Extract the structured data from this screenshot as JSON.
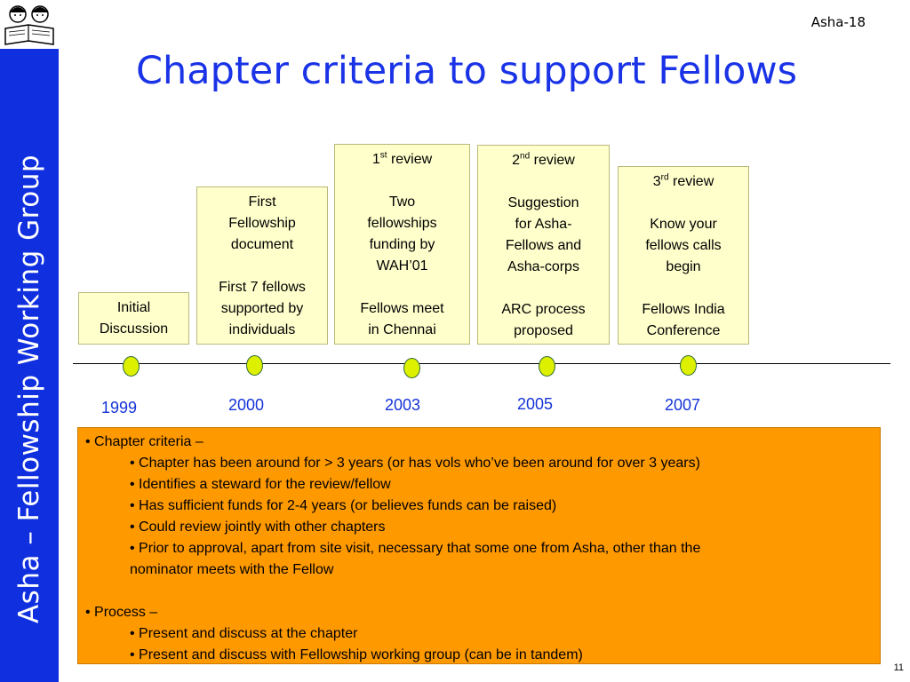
{
  "header": {
    "slide_id": "Asha-18",
    "title": "Chapter criteria to support Fellows",
    "sidebar_text": "Asha – Fellowship Working Group",
    "page_number": "11"
  },
  "timeline": {
    "milestones": [
      {
        "year": "1999",
        "lines": [
          "Initial",
          "Discussion"
        ]
      },
      {
        "year": "2000",
        "lines": [
          "First",
          "Fellowship",
          "document",
          "",
          "First 7 fellows",
          "supported by",
          "individuals"
        ]
      },
      {
        "year": "2003",
        "heading_num": "1",
        "heading_sup": "st",
        "heading_rest": " review",
        "lines": [
          "",
          "Two",
          "fellowships",
          "funding by",
          "WAH’01",
          "",
          "Fellows meet",
          "in Chennai"
        ]
      },
      {
        "year": "2005",
        "heading_num": "2",
        "heading_sup": "nd",
        "heading_rest": " review",
        "lines": [
          "",
          "Suggestion",
          "for Asha-",
          "Fellows and",
          "Asha-corps",
          "",
          "ARC process",
          "proposed"
        ]
      },
      {
        "year": "2007",
        "heading_num": "3",
        "heading_sup": "rd",
        "heading_rest": " review",
        "lines": [
          "",
          "Know your",
          "fellows calls",
          "begin",
          "",
          "Fellows India",
          "Conference"
        ]
      }
    ]
  },
  "criteria": {
    "heading1": "• Chapter criteria –",
    "items1": [
      "• Chapter has been around for > 3 years (or has vols who’ve been around for over 3 years)",
      "• Identifies a steward for the review/fellow",
      "• Has sufficient funds for 2-4 years (or believes funds can be raised)",
      "• Could review jointly with other chapters",
      "• Prior to approval, apart from site visit, necessary that some one from Asha, other than the",
      "nominator meets with the Fellow"
    ],
    "heading2": "• Process –",
    "items2": [
      "• Present and discuss at the chapter",
      "• Present and discuss with Fellowship working group (can be in tandem)"
    ]
  },
  "colors": {
    "sidebar": "#1030e0",
    "title": "#1a33e6",
    "box_fill": "#ffffcc",
    "dot_fill": "#ddf000",
    "criteria_fill": "#ff9900"
  }
}
